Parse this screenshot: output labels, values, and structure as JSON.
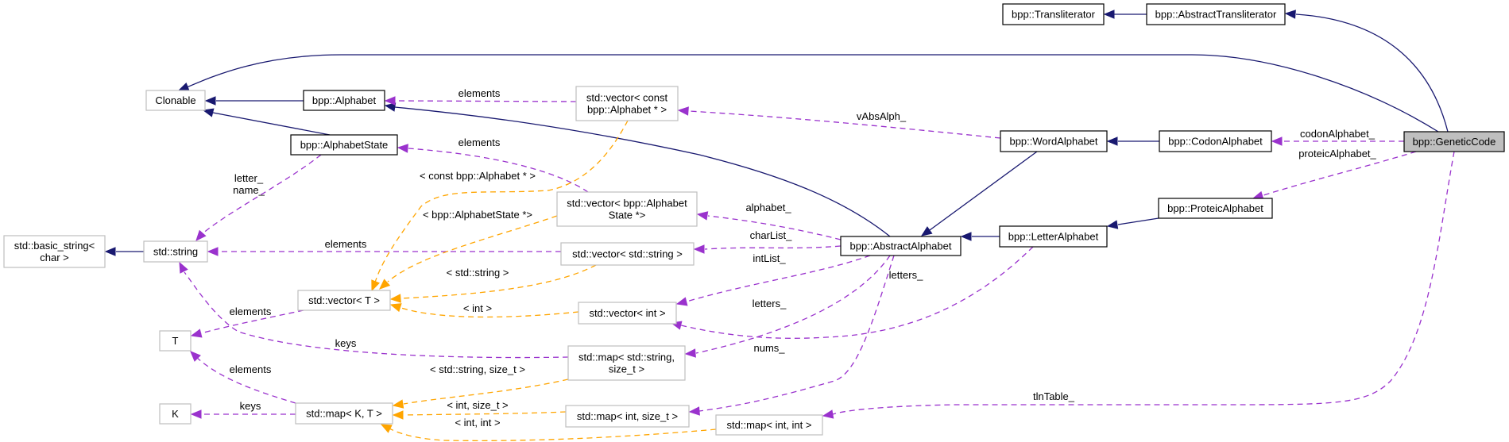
{
  "diagram": {
    "title": "bpp::GeneticCode collaboration graph",
    "colors": {
      "inheritance": "#191970",
      "usage": "#9a32cd",
      "template": "#ffa500",
      "focus_fill": "#bfbfbf",
      "external_border": "#bfbfbf",
      "documented_border": "#000000"
    },
    "nodes": [
      {
        "id": "transliterator",
        "lines": [
          "bpp::Transliterator"
        ],
        "kind": "doc"
      },
      {
        "id": "abstract_transliterator",
        "lines": [
          "bpp::AbstractTransliterator"
        ],
        "kind": "doc"
      },
      {
        "id": "clonable",
        "lines": [
          "Clonable"
        ],
        "kind": "ext"
      },
      {
        "id": "alphabet",
        "lines": [
          "bpp::Alphabet"
        ],
        "kind": "doc"
      },
      {
        "id": "alphabet_state",
        "lines": [
          "bpp::AlphabetState"
        ],
        "kind": "doc"
      },
      {
        "id": "vec_const_alphabet",
        "lines": [
          "std::vector< const",
          "bpp::Alphabet * >"
        ],
        "kind": "ext"
      },
      {
        "id": "vec_alphabet_state",
        "lines": [
          "std::vector< bpp::Alphabet",
          "State *>"
        ],
        "kind": "ext"
      },
      {
        "id": "basic_string",
        "lines": [
          "std::basic_string<",
          "char >"
        ],
        "kind": "ext"
      },
      {
        "id": "std_string",
        "lines": [
          "std::string"
        ],
        "kind": "ext"
      },
      {
        "id": "vec_string",
        "lines": [
          "std::vector< std::string >"
        ],
        "kind": "ext"
      },
      {
        "id": "vec_T",
        "lines": [
          "std::vector< T >"
        ],
        "kind": "ext"
      },
      {
        "id": "vec_int",
        "lines": [
          "std::vector< int >"
        ],
        "kind": "ext"
      },
      {
        "id": "T",
        "lines": [
          "T"
        ],
        "kind": "ext"
      },
      {
        "id": "K",
        "lines": [
          "K"
        ],
        "kind": "ext"
      },
      {
        "id": "map_KT",
        "lines": [
          "std::map< K, T >"
        ],
        "kind": "ext"
      },
      {
        "id": "map_string_size",
        "lines": [
          "std::map< std::string,",
          "size_t >"
        ],
        "kind": "ext"
      },
      {
        "id": "map_int_size",
        "lines": [
          "std::map< int, size_t >"
        ],
        "kind": "ext"
      },
      {
        "id": "map_int_int",
        "lines": [
          "std::map< int, int >"
        ],
        "kind": "ext"
      },
      {
        "id": "abstract_alphabet",
        "lines": [
          "bpp::AbstractAlphabet"
        ],
        "kind": "doc"
      },
      {
        "id": "word_alphabet",
        "lines": [
          "bpp::WordAlphabet"
        ],
        "kind": "doc"
      },
      {
        "id": "codon_alphabet",
        "lines": [
          "bpp::CodonAlphabet"
        ],
        "kind": "doc"
      },
      {
        "id": "letter_alphabet",
        "lines": [
          "bpp::LetterAlphabet"
        ],
        "kind": "doc"
      },
      {
        "id": "proteic_alphabet",
        "lines": [
          "bpp::ProteicAlphabet"
        ],
        "kind": "doc"
      },
      {
        "id": "genetic_code",
        "lines": [
          "bpp::GeneticCode"
        ],
        "kind": "focus"
      }
    ],
    "edges": [
      {
        "from": "abstract_transliterator",
        "to": "transliterator",
        "type": "inherit",
        "label": []
      },
      {
        "from": "genetic_code",
        "to": "abstract_transliterator",
        "type": "inherit",
        "label": []
      },
      {
        "from": "genetic_code",
        "to": "clonable",
        "type": "inherit",
        "label": []
      },
      {
        "from": "alphabet",
        "to": "clonable",
        "type": "inherit",
        "label": []
      },
      {
        "from": "alphabet_state",
        "to": "clonable",
        "type": "inherit",
        "label": []
      },
      {
        "from": "abstract_alphabet",
        "to": "alphabet",
        "type": "inherit",
        "label": []
      },
      {
        "from": "vec_const_alphabet",
        "to": "alphabet",
        "type": "usage",
        "label": [
          "elements"
        ]
      },
      {
        "from": "word_alphabet",
        "to": "vec_const_alphabet",
        "type": "usage",
        "label": [
          "vAbsAlph_"
        ]
      },
      {
        "from": "codon_alphabet",
        "to": "word_alphabet",
        "type": "inherit",
        "label": []
      },
      {
        "from": "genetic_code",
        "to": "codon_alphabet",
        "type": "usage",
        "label": [
          "codonAlphabet_"
        ]
      },
      {
        "from": "genetic_code",
        "to": "proteic_alphabet",
        "type": "usage",
        "label": [
          "proteicAlphabet_"
        ]
      },
      {
        "from": "word_alphabet",
        "to": "abstract_alphabet",
        "type": "inherit",
        "label": []
      },
      {
        "from": "letter_alphabet",
        "to": "abstract_alphabet",
        "type": "inherit",
        "label": []
      },
      {
        "from": "proteic_alphabet",
        "to": "letter_alphabet",
        "type": "inherit",
        "label": []
      },
      {
        "from": "vec_alphabet_state",
        "to": "alphabet_state",
        "type": "usage",
        "label": [
          "elements"
        ]
      },
      {
        "from": "alphabet_state",
        "to": "std_string",
        "type": "usage",
        "label": [
          "letter_",
          "name_"
        ]
      },
      {
        "from": "std_string",
        "to": "basic_string",
        "type": "inherit",
        "label": []
      },
      {
        "from": "vec_string",
        "to": "std_string",
        "type": "usage",
        "label": [
          "elements"
        ]
      },
      {
        "from": "abstract_alphabet",
        "to": "vec_alphabet_state",
        "type": "usage",
        "label": [
          "alphabet_"
        ]
      },
      {
        "from": "abstract_alphabet",
        "to": "vec_string",
        "type": "usage",
        "label": [
          "charList_"
        ]
      },
      {
        "from": "abstract_alphabet",
        "to": "vec_int",
        "type": "usage",
        "label": [
          "intList_"
        ]
      },
      {
        "from": "abstract_alphabet",
        "to": "map_string_size",
        "type": "usage",
        "label": [
          "letters_"
        ]
      },
      {
        "from": "abstract_alphabet",
        "to": "map_int_size",
        "type": "usage",
        "label": [
          "nums_"
        ]
      },
      {
        "from": "letter_alphabet",
        "to": "vec_int",
        "type": "usage",
        "label": [
          "letters_"
        ]
      },
      {
        "from": "genetic_code",
        "to": "map_int_int",
        "type": "usage",
        "label": [
          "tlnTable_"
        ]
      },
      {
        "from": "vec_const_alphabet",
        "to": "vec_T",
        "type": "template",
        "label": [
          "< const bpp::Alphabet * >"
        ]
      },
      {
        "from": "vec_alphabet_state",
        "to": "vec_T",
        "type": "template",
        "label": [
          "< bpp::AlphabetState *>"
        ]
      },
      {
        "from": "vec_string",
        "to": "vec_T",
        "type": "template",
        "label": [
          "< std::string >"
        ]
      },
      {
        "from": "vec_int",
        "to": "vec_T",
        "type": "template",
        "label": [
          "< int >"
        ]
      },
      {
        "from": "vec_T",
        "to": "T",
        "type": "usage",
        "label": [
          "elements"
        ]
      },
      {
        "from": "map_string_size",
        "to": "std_string",
        "type": "usage",
        "label": [
          "keys"
        ]
      },
      {
        "from": "map_KT",
        "to": "T",
        "type": "usage",
        "label": [
          "elements"
        ]
      },
      {
        "from": "map_KT",
        "to": "K",
        "type": "usage",
        "label": [
          "keys"
        ]
      },
      {
        "from": "map_string_size",
        "to": "map_KT",
        "type": "template",
        "label": [
          "< std::string, size_t >"
        ]
      },
      {
        "from": "map_int_size",
        "to": "map_KT",
        "type": "template",
        "label": [
          "< int, size_t >"
        ]
      },
      {
        "from": "map_int_int",
        "to": "map_KT",
        "type": "template",
        "label": [
          "< int, int >"
        ]
      }
    ]
  }
}
